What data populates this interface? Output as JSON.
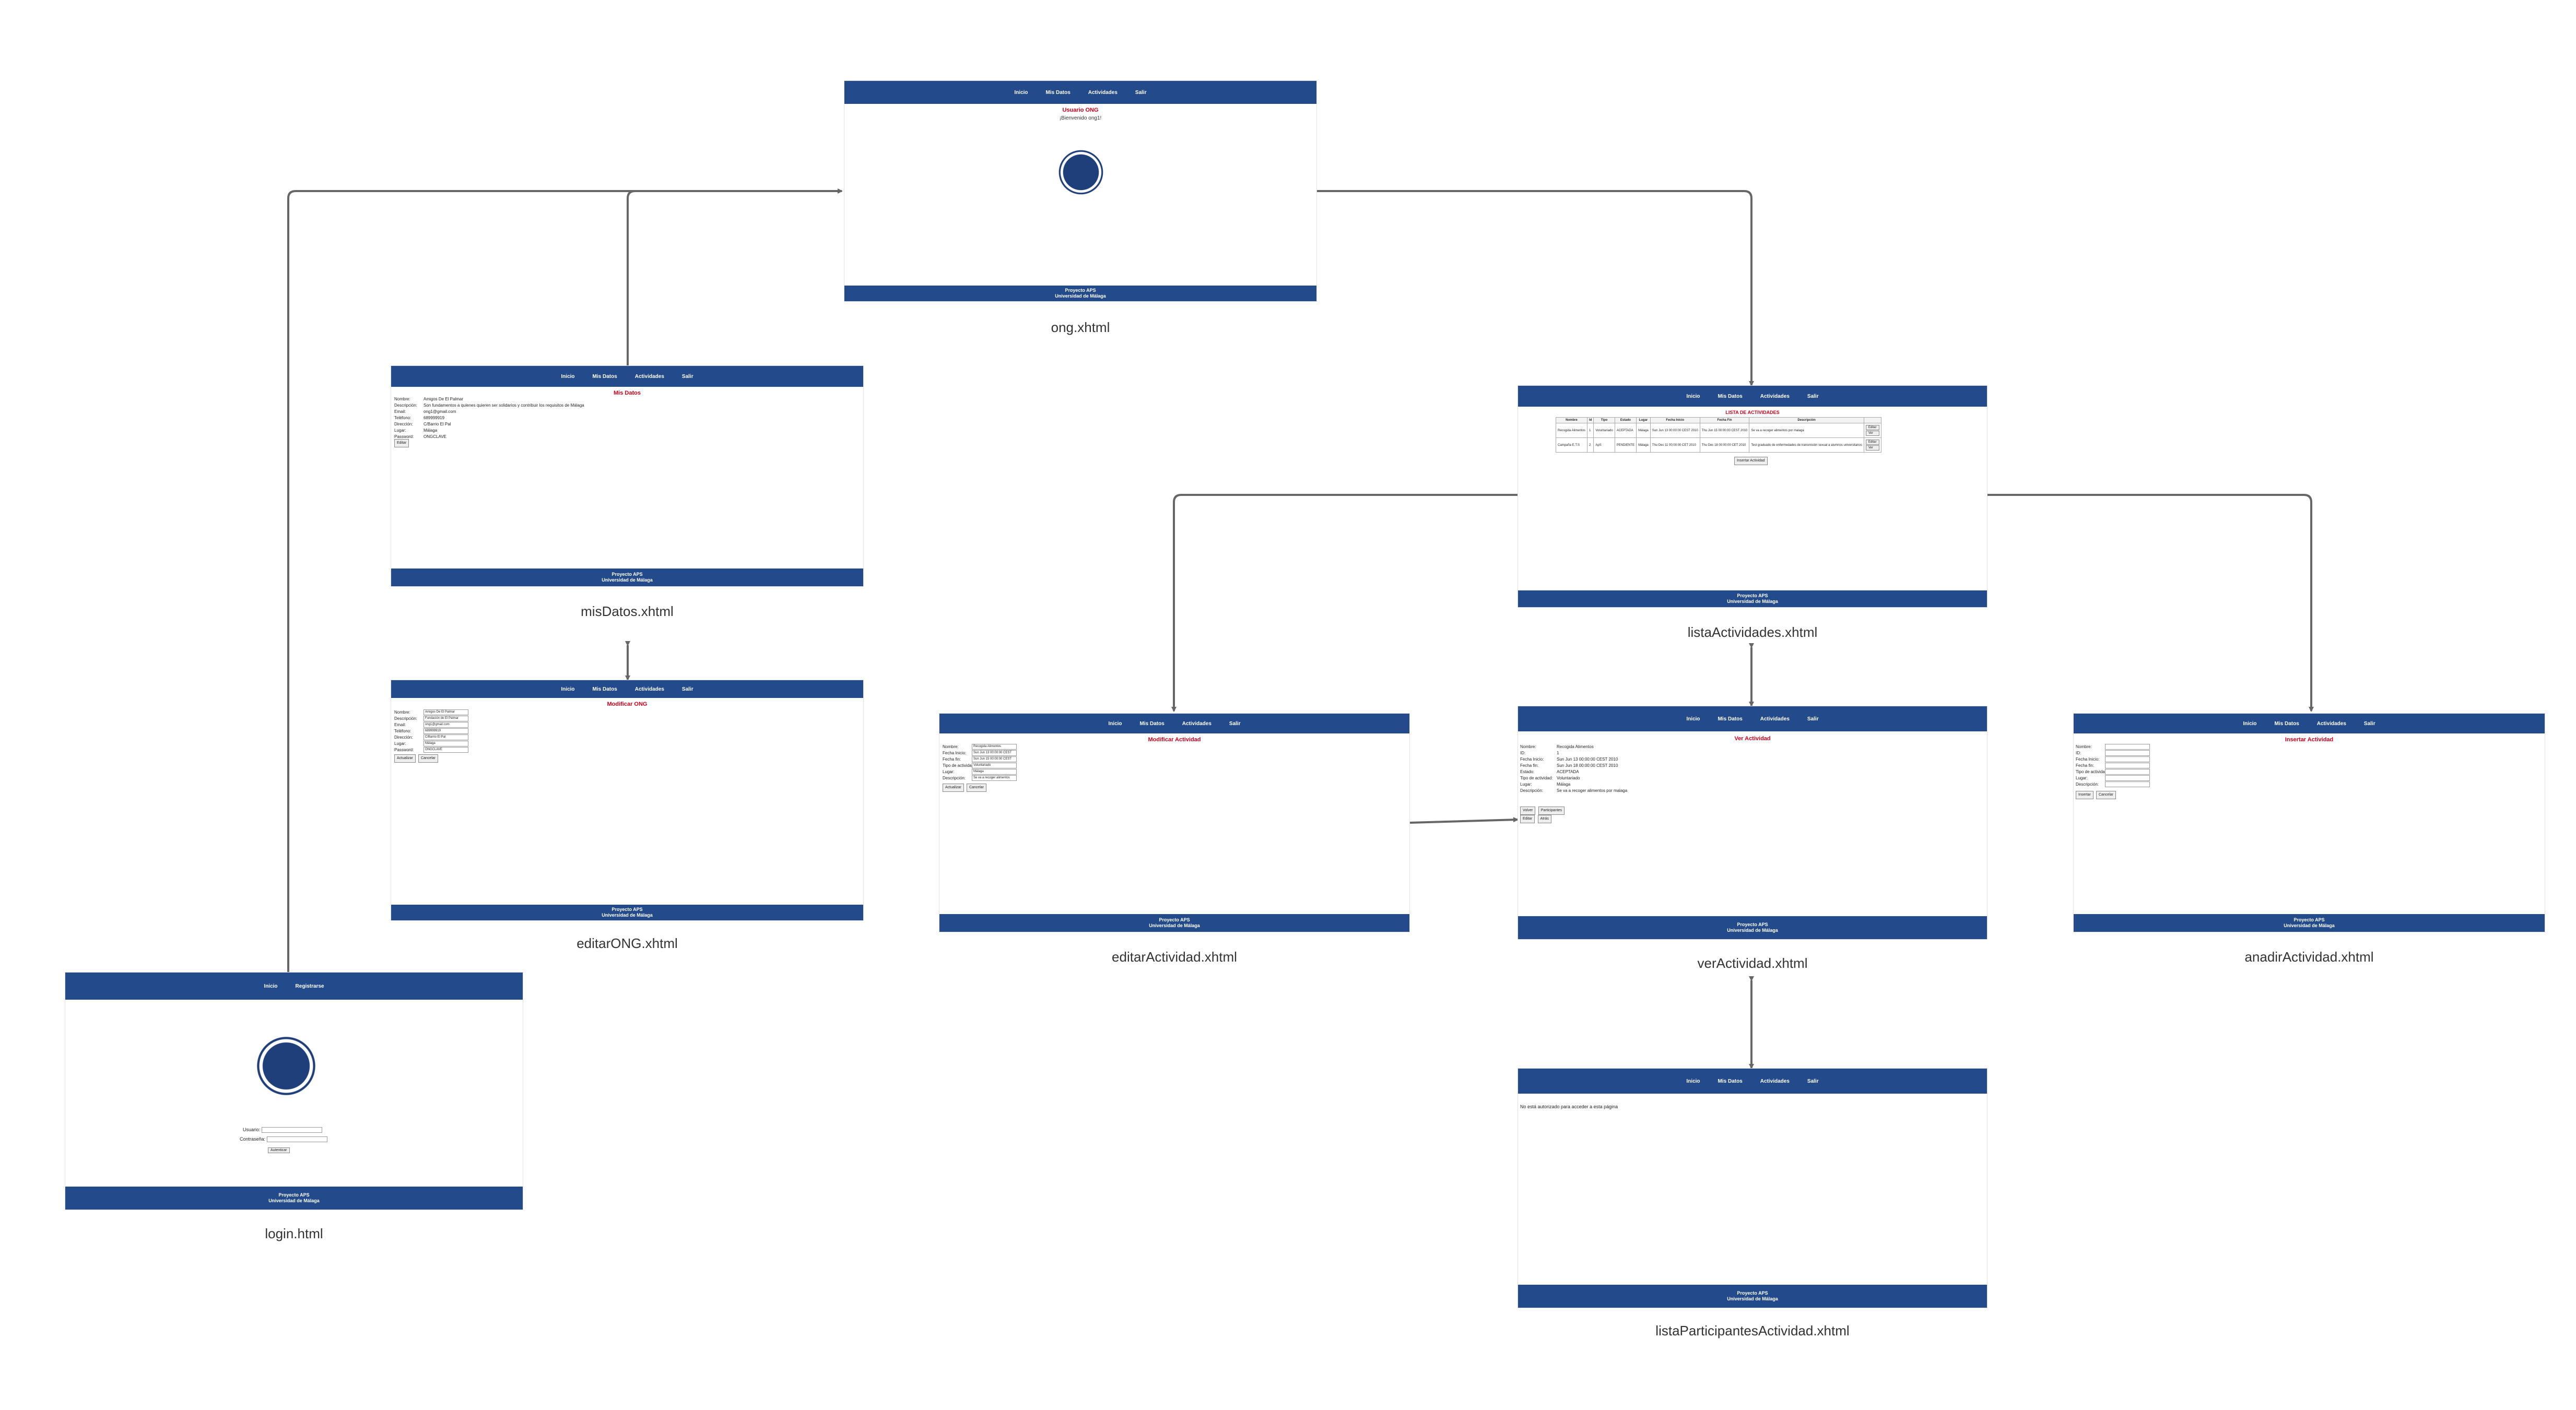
{
  "colors": {
    "header": "#234a8a",
    "title_red": "#d0001a",
    "connector": "#666666"
  },
  "footer": {
    "line1": "Proyecto APS",
    "line2": "Universidad de Málaga"
  },
  "ong": {
    "label": "ong.xhtml",
    "nav": [
      "Inicio",
      "Mis Datos",
      "Actividades",
      "Salir"
    ],
    "title": "Usuario ONG",
    "welcome": "¡Bienvenido ong1!",
    "logo": "university-seal"
  },
  "misDatos": {
    "label": "misDatos.xhtml",
    "nav": [
      "Inicio",
      "Mis Datos",
      "Actividades",
      "Salir"
    ],
    "title": "Mis Datos",
    "fields": [
      {
        "k": "Nombre:",
        "v": "Amigos De El Palmar"
      },
      {
        "k": "Descripción:",
        "v": "Son fundamentos a quienes quieren ser solidarios y contribuir los requisitos de Málaga"
      },
      {
        "k": "Email:",
        "v": "ong1@gmail.com"
      },
      {
        "k": "Teléfono:",
        "v": "689999919"
      },
      {
        "k": "Dirección:",
        "v": "C/Barrio El Pal"
      },
      {
        "k": "Lugar:",
        "v": "Málaga"
      },
      {
        "k": "Password:",
        "v": "ONGCLAVE"
      }
    ],
    "edit_button": "Editar"
  },
  "editarONG": {
    "label": "editarONG.xhtml",
    "nav": [
      "Inicio",
      "Mis Datos",
      "Actividades",
      "Salir"
    ],
    "title": "Modificar ONG",
    "fields": [
      {
        "k": "Nombre:",
        "v": "Amigos De El Palmar"
      },
      {
        "k": "Descripción:",
        "v": "Fundación de El Palmar"
      },
      {
        "k": "Email:",
        "v": "ong1@gmail.com"
      },
      {
        "k": "Teléfono:",
        "v": "689999919"
      },
      {
        "k": "Dirección:",
        "v": "C/Barrio El Pal"
      },
      {
        "k": "Lugar:",
        "v": "Málaga"
      },
      {
        "k": "Password:",
        "v": "ONGCLAVE"
      }
    ],
    "buttons": [
      "Actualizar",
      "Cancelar"
    ]
  },
  "login": {
    "label": "login.html",
    "nav": [
      "Inicio",
      "Registrarse"
    ],
    "logo": "university-seal",
    "user_label": "Usuario:",
    "pass_label": "Contraseña:",
    "submit": "Autenticar"
  },
  "listaActividades": {
    "label": "listaActividades.xhtml",
    "nav": [
      "Inicio",
      "Mis Datos",
      "Actividades",
      "Salir"
    ],
    "title": "LISTA DE ACTIVIDADES",
    "columns": [
      "Nombre",
      "Id",
      "Tipo",
      "Estado",
      "Lugar",
      "Fecha Inicio",
      "Fecha Fin",
      "Descripción",
      ""
    ],
    "rows": [
      {
        "cells": [
          "Recogida Alimentos",
          "1",
          "Voluntariado",
          "ACEPTADA",
          "Málaga",
          "Sun Jun 13 00:00:00 CEST 2010",
          "Thu Jun 15 00:00:00 CEST 2010",
          "Se va a recoger alimentos por malaga"
        ],
        "actions": [
          "Editar",
          "Ver"
        ]
      },
      {
        "cells": [
          "Campaña E.T.S",
          "2",
          "ApS",
          "PENDIENTE",
          "Málaga",
          "Thu Dec 11 00:00:00 CET 2010",
          "Thu Dec 18 00:00:00 CET 2010",
          "Test graduado de enfermedades de transmisión sexual a alumnos universitarios"
        ],
        "actions": [
          "Editar",
          "Ver"
        ]
      }
    ],
    "add_button": "Insertar Actividad"
  },
  "editarActividad": {
    "label": "editarActividad.xhtml",
    "nav": [
      "Inicio",
      "Mis Datos",
      "Actividades",
      "Salir"
    ],
    "title": "Modificar Actividad",
    "fields": [
      {
        "k": "Nombre:",
        "v": "Recogida Alimentos"
      },
      {
        "k": "Fecha Inicio:",
        "v": "Sun Jun 13 00:00:00 CEST"
      },
      {
        "k": "Fecha fin:",
        "v": "Sun Jun 15 00:00:00 CEST"
      },
      {
        "k": "Tipo de actividad:",
        "v": "Voluntariado"
      },
      {
        "k": "Lugar:",
        "v": "Málaga"
      },
      {
        "k": "Descripción:",
        "v": "Se va a recoger alimentos"
      }
    ],
    "buttons": [
      "Actualizar",
      "Cancelar"
    ]
  },
  "verActividad": {
    "label": "verActividad.xhtml",
    "nav": [
      "Inicio",
      "Mis Datos",
      "Actividades",
      "Salir"
    ],
    "title": "Ver Actividad",
    "fields": [
      {
        "k": "Nombre:",
        "v": "Recogida Alimentos"
      },
      {
        "k": "ID:",
        "v": "1"
      },
      {
        "k": "Fecha Inicio:",
        "v": "Sun Jun 13 00:00:00 CEST 2010"
      },
      {
        "k": "Fecha fin:",
        "v": "Sun Jun 18 00:00:00 CEST 2010"
      },
      {
        "k": "Estado:",
        "v": "ACEPTADA"
      },
      {
        "k": "Tipo de actividad:",
        "v": "Voluntariado"
      },
      {
        "k": "Lugar:",
        "v": "Málaga"
      },
      {
        "k": "Descripción:",
        "v": "Se va a recoger alimentos por malaga"
      }
    ],
    "buttons_row1": [
      "Volver",
      "Participantes"
    ],
    "buttons_row2": [
      "Editar",
      "Atrás"
    ]
  },
  "anadirActividad": {
    "label": "anadirActividad.xhtml",
    "nav": [
      "Inicio",
      "Mis Datos",
      "Actividades",
      "Salir"
    ],
    "title": "Insertar Actividad",
    "fields": [
      "Nombre:",
      "ID:",
      "Fecha Inicio:",
      "Fecha fin:",
      "Tipo de actividad:",
      "Lugar:",
      "Descripción:"
    ],
    "buttons": [
      "Insertar",
      "Cancelar"
    ]
  },
  "listaParticipantes": {
    "label": "listaParticipantesActividad.xhtml",
    "nav": [
      "Inicio",
      "Mis Datos",
      "Actividades",
      "Salir"
    ],
    "message": "No está autorizado para acceder a esta página"
  }
}
